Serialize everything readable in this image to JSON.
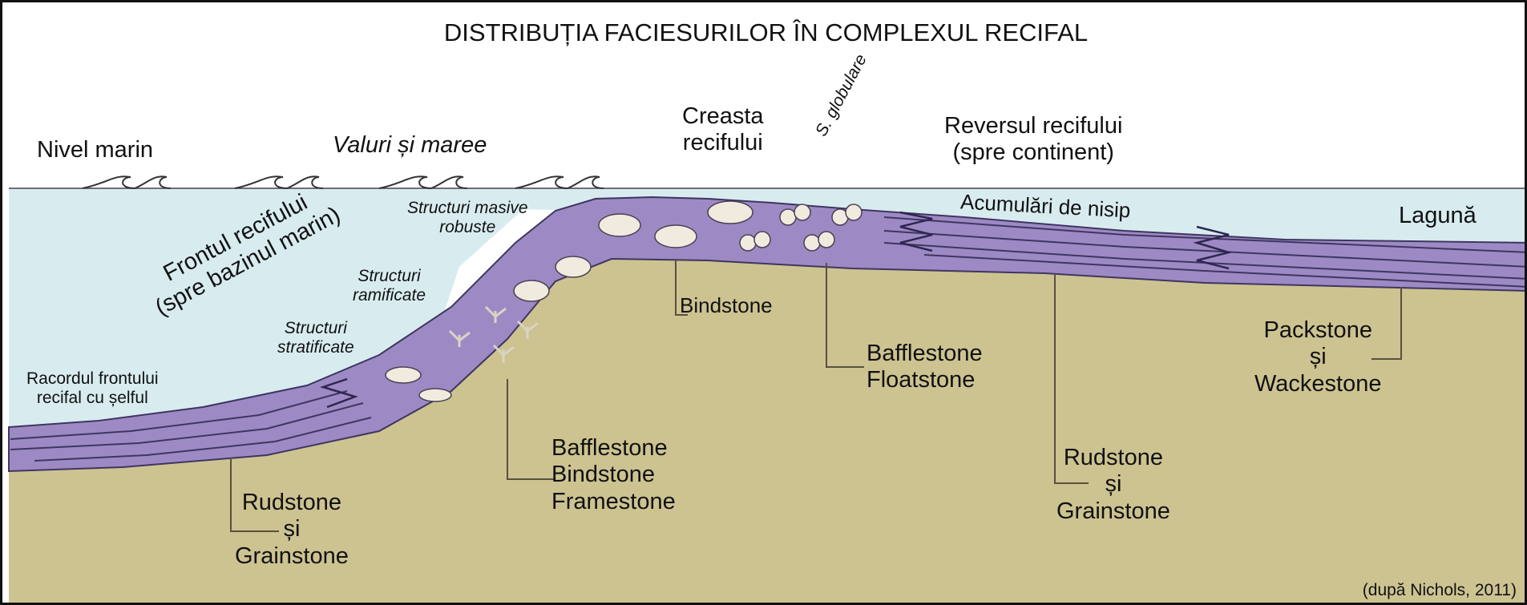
{
  "title": "DISTRIBUȚIA FACIESURILOR ÎN COMPLEXUL RECIFAL",
  "source": "(după Nichols, 2011)",
  "colors": {
    "sea": "#d8ecf0",
    "reef": "#9d8ac4",
    "reef_stroke": "#3f3560",
    "seabed": "#cdc391",
    "leader": "#5a5040"
  },
  "labels": {
    "sea_level": "Nivel marin",
    "waves_tides": "Valuri și maree",
    "reef_crest": [
      "Creasta",
      "recifului"
    ],
    "globular": "S. globulare",
    "back_reef": [
      "Reversul recifului",
      "(spre continent)"
    ],
    "sand": "Acumulări de nisip",
    "lagoon": "Lagună",
    "reef_front": [
      "Frontul recifului",
      "(spre bazinul marin)"
    ],
    "massive": [
      "Structuri masive",
      "robuste"
    ],
    "branching": [
      "Structuri",
      "ramificate"
    ],
    "stratified": [
      "Structuri",
      "stratificate"
    ],
    "junction": [
      "Racordul frontului",
      "recifal cu șelful"
    ]
  },
  "facies": {
    "bindstone": "Bindstone",
    "bafflestone_float": [
      "Bafflestone",
      "Floatstone"
    ],
    "bbf": [
      "Bafflestone",
      "Bindstone",
      "Framestone"
    ],
    "rud_left": [
      "Rudstone",
      "și",
      "Grainstone"
    ],
    "rud_right": [
      "Rudstone",
      "și",
      "Grainstone"
    ],
    "pack_wacke": [
      "Packstone",
      "și",
      "Wackestone"
    ]
  },
  "icons": [
    "wave-icon",
    "massive-coral-icon",
    "branching-coral-icon",
    "globular-coral-icon"
  ]
}
